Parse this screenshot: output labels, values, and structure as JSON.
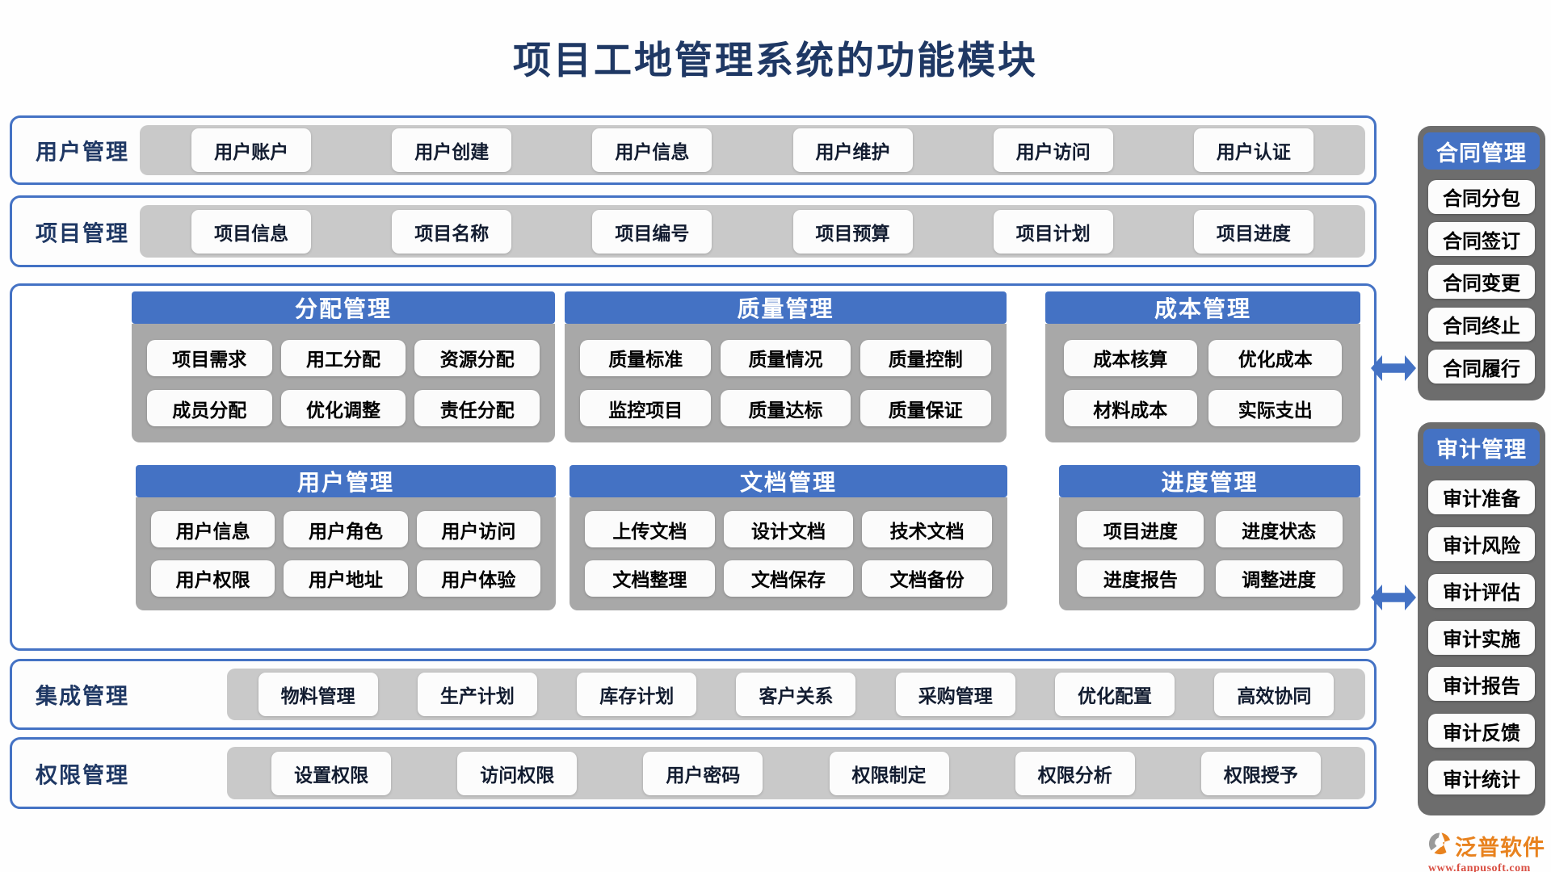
{
  "title": "项目工地管理系统的功能模块",
  "bands": [
    {
      "label": "用户管理",
      "items": [
        "用户账户",
        "用户创建",
        "用户信息",
        "用户维护",
        "用户访问",
        "用户认证"
      ]
    },
    {
      "label": "项目管理",
      "items": [
        "项目信息",
        "项目名称",
        "项目编号",
        "项目预算",
        "项目计划",
        "项目进度"
      ]
    },
    {
      "label": "集成管理",
      "items": [
        "物料管理",
        "生产计划",
        "库存计划",
        "客户关系",
        "采购管理",
        "优化配置",
        "高效协同"
      ]
    },
    {
      "label": "权限管理",
      "items": [
        "设置权限",
        "访问权限",
        "用户密码",
        "权限制定",
        "权限分析",
        "权限授予"
      ]
    }
  ],
  "panels": [
    {
      "title": "分配管理",
      "items": [
        "项目需求",
        "用工分配",
        "资源分配",
        "成员分配",
        "优化调整",
        "责任分配"
      ]
    },
    {
      "title": "质量管理",
      "items": [
        "质量标准",
        "质量情况",
        "质量控制",
        "监控项目",
        "质量达标",
        "质量保证"
      ]
    },
    {
      "title": "成本管理",
      "items": [
        "成本核算",
        "优化成本",
        "材料成本",
        "实际支出"
      ]
    },
    {
      "title": "用户管理",
      "items": [
        "用户信息",
        "用户角色",
        "用户访问",
        "用户权限",
        "用户地址",
        "用户体验"
      ]
    },
    {
      "title": "文档管理",
      "items": [
        "上传文档",
        "设计文档",
        "技术文档",
        "文档整理",
        "文档保存",
        "文档备份"
      ]
    },
    {
      "title": "进度管理",
      "items": [
        "项目进度",
        "进度状态",
        "进度报告",
        "调整进度"
      ]
    }
  ],
  "sidebars": [
    {
      "title": "合同管理",
      "items": [
        "合同分包",
        "合同签订",
        "合同变更",
        "合同终止",
        "合同履行"
      ]
    },
    {
      "title": "审计管理",
      "items": [
        "审计准备",
        "审计风险",
        "审计评估",
        "审计实施",
        "审计报告",
        "审计反馈",
        "审计统计"
      ]
    }
  ],
  "icons": {
    "connector": "double-arrow-icon",
    "logo": "fanpu-logo-icon"
  },
  "logo": {
    "name": "泛普软件",
    "url": "www.fanpusoft.com"
  },
  "colors": {
    "accent_blue": "#4472C4",
    "title_navy": "#1F3864",
    "band_inner_gray": "#C9C9C9",
    "panel_body_gray": "#A8A8A8",
    "sidebar_gray": "#6D6D6D",
    "button_white": "#FCFCFC",
    "logo_orange": "#E8821E",
    "logo_url_red": "#D94F43"
  }
}
